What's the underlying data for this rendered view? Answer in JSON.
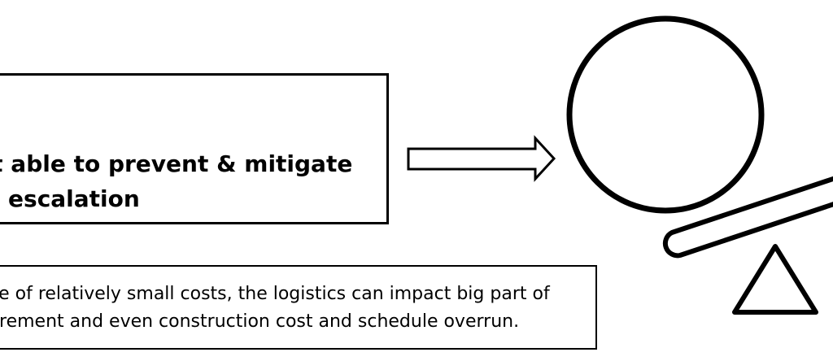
{
  "top_box": {
    "line1": "not able to prevent & mitigate",
    "line2": "ost escalation"
  },
  "bottom_box": {
    "line1": "n spite of relatively small costs, the logistics can impact big part of",
    "line2": "procurement and even construction cost and schedule overrun."
  },
  "icons": {
    "arrow": "right-arrow-icon",
    "balance": "seesaw-balance-icon"
  }
}
